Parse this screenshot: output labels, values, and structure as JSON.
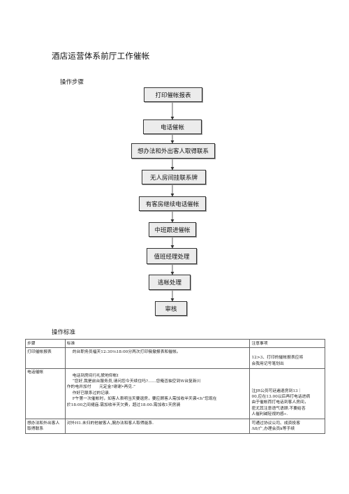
{
  "title": "酒店运营体系前厅工作催帐",
  "section1_heading": "操作步骤",
  "flowchart": {
    "steps": [
      "打印催帐报表",
      "电话催帐",
      "想办法和外出客人取得联系",
      "无人房间挂联系牌",
      "有客房继续电话催帐",
      "中班跟进催帐",
      "值班经理处理",
      "逃帐处理",
      "审核"
    ]
  },
  "section2_heading": "操作标准",
  "table": {
    "headers": [
      "步骤",
      "标准",
      "注意事项"
    ],
    "rows": [
      {
        "step": "打印催帐报表",
        "standard": [
          "的台职务员福天12:30⅛18:00分两次打印俄撤报表和催帐。"
        ],
        "notes": [
          "12>3、打印的催帐报表应将",
          "会我用记号笔划出"
        ]
      },
      {
        "step": "电话催帐",
        "standard": [
          "电话到房间行礼貌地仰帐I",
          "“您好,我是前台服务员,请问您今天续住吗?……您俺否抽空到W台复新川",
          "作的电井加付　　元定金?谢谢•再见.”",
          "作好已联系过的记录.",
          "F午第一次催帐时，如客人表明当天要退房，要应顾客人需加收半天袭<h”您现在",
          "於18:00之间褪庙.需加收半天欠费，超过18:00.需加收1天房骑"
        ],
        "notes": [
          "",
          "",
          "注JR公员可廷遍退房到13｜",
          "00,应在13.00以后再打电话进病",
          "由于催帐而打电话到客人房间，",
          "密尤其注意语气语顾.不要给吝",
          "人催利碱轻视的感«."
        ]
      },
      {
        "step": "想办法和外出客人取得联系",
        "standard": [
          "对外H1.未归的他被客人,腕办法和客人取得能系."
        ],
        "notes": [
          "可通过协议公司、成资投客",
          "Λfl/广,办理会员k等手续"
        ]
      }
    ]
  }
}
